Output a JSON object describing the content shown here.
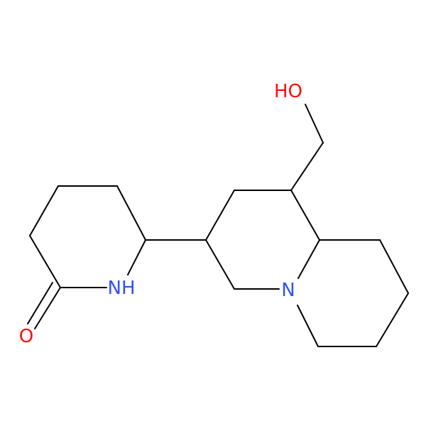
{
  "molecule": {
    "atoms": {
      "hydroxyl": {
        "label": "HO",
        "color": "#ff0d0d"
      },
      "ring_nh": {
        "label": "NH",
        "color": "#3050f8"
      },
      "carbonyl_o": {
        "label": "O",
        "color": "#ff0d0d"
      },
      "bridgehead_n": {
        "label": "N",
        "color": "#3050f8"
      }
    },
    "bond_color": "#000000"
  }
}
